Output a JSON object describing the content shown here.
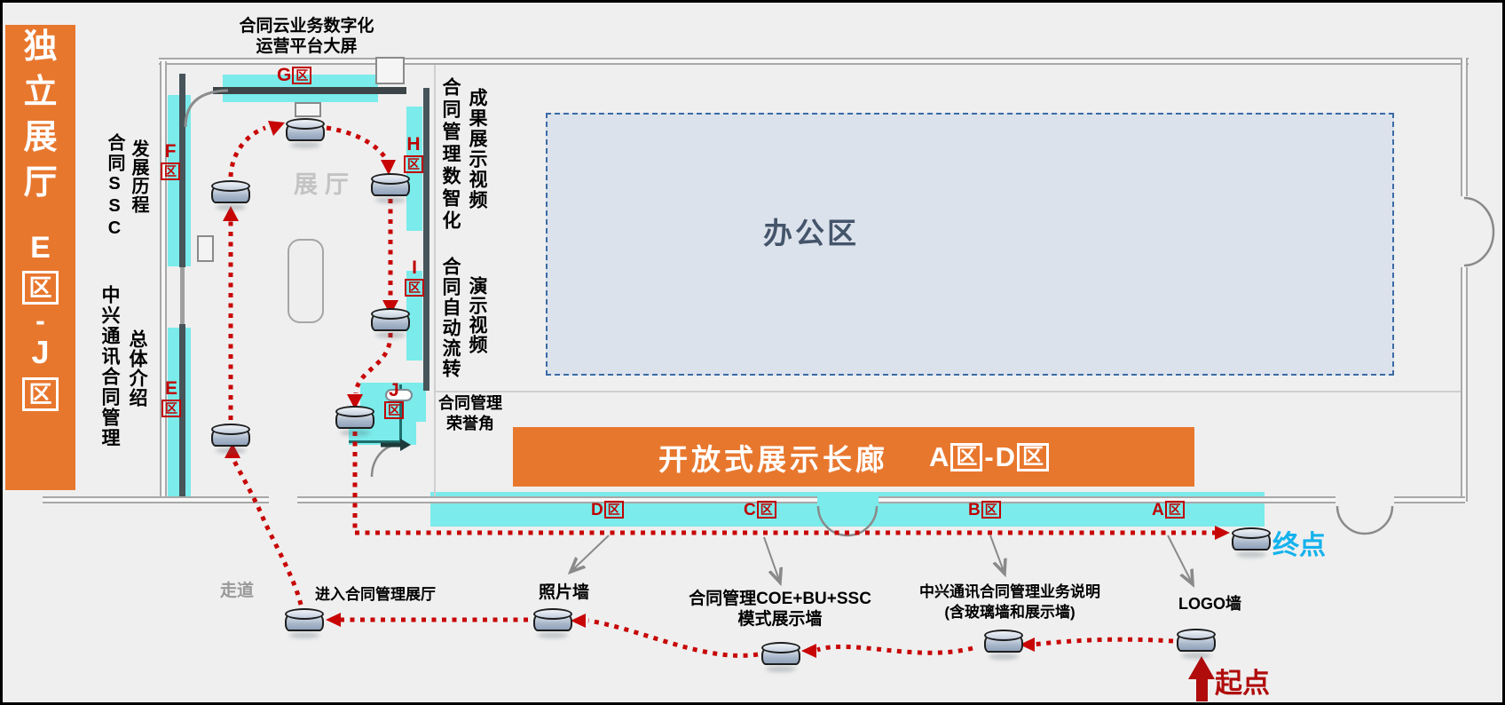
{
  "colors": {
    "accent_orange": "#E8772E",
    "cyan_strip": "#7BEBEB",
    "zone_red": "#C00000",
    "route_red": "#C80505",
    "end_blue": "#14B2EC",
    "office_fill": "#DBE2EC",
    "office_border": "#3B6BA5"
  },
  "left_banner": {
    "c1": "独",
    "c2": "立",
    "c3": "展",
    "c4": "厅",
    "e": "E",
    "qu1": "区",
    "dash": "-",
    "j": "J",
    "qu2": "区"
  },
  "top_label": {
    "line1": "合同云业务数字化",
    "line2": "运营平台大屏"
  },
  "left_texts": {
    "hetong_ssc": "合同SSC",
    "fazhan": "发展历程",
    "zhongxing": "中兴通讯合同管理",
    "zongti": "总体介绍"
  },
  "right_texts": {
    "shuzhihua": "合同管理数智化",
    "chengguo": "成果展示视频",
    "zidong": "合同自动流转",
    "yanshi": "演示视频",
    "rongyu1": "合同管理",
    "rongyu2": "荣誉角"
  },
  "hall": {
    "name": "展厅"
  },
  "office": {
    "name": "办公区"
  },
  "corridor_banner": {
    "title": "开放式展示长廊",
    "a": "A",
    "qu1": "区",
    "dash": "-",
    "d": "D",
    "qu2": "区"
  },
  "zones": {
    "g": {
      "letter": "G",
      "qu": "区"
    },
    "f": {
      "letter": "F",
      "qu": "区"
    },
    "e": {
      "letter": "E",
      "qu": "区"
    },
    "h": {
      "letter": "H",
      "qu": "区"
    },
    "i": {
      "letter": "I",
      "qu": "区"
    },
    "j": {
      "letter": "J",
      "qu": "区"
    },
    "d": {
      "letter": "D",
      "qu": "区"
    },
    "c": {
      "letter": "C",
      "qu": "区"
    },
    "b": {
      "letter": "B",
      "qu": "区"
    },
    "a": {
      "letter": "A",
      "qu": "区"
    }
  },
  "bottom_labels": {
    "zoudao": "走道",
    "jinru": "进入合同管理展厅",
    "zhaopian": "照片墙",
    "coe1": "合同管理COE+BU+SSC",
    "coe2": "模式展示墙",
    "zx1": "中兴通讯合同管理业务说明",
    "zx2": "(含玻璃墙和展示墙)",
    "logo": "LOGO墙"
  },
  "route": {
    "start": "起点",
    "end": "终点"
  }
}
